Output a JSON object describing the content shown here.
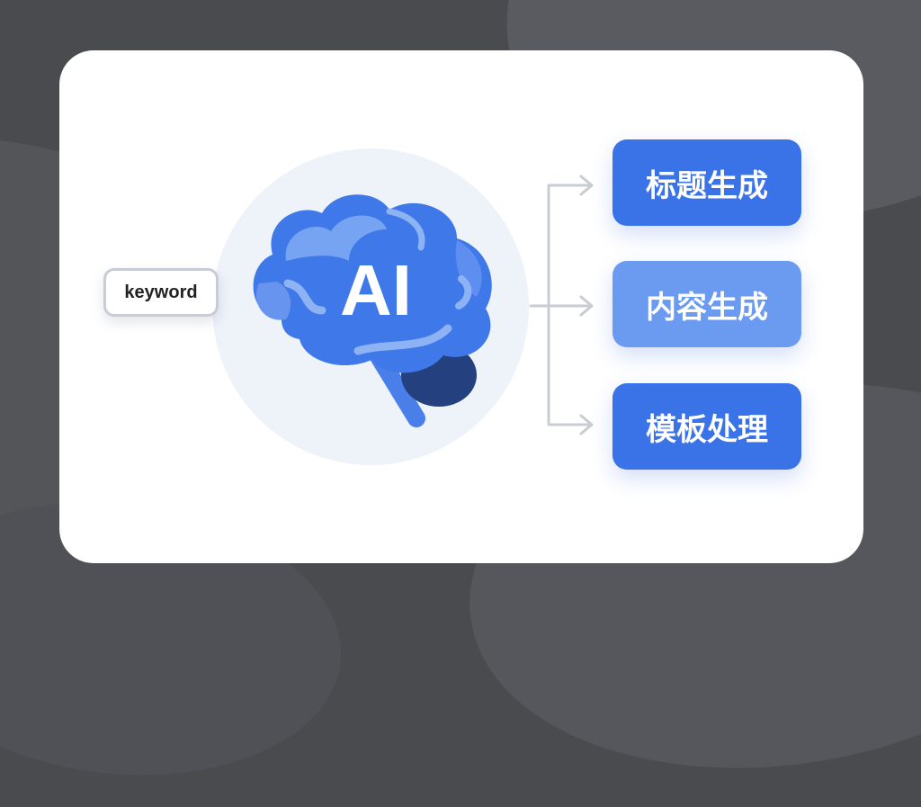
{
  "input": {
    "label": "keyword"
  },
  "center": {
    "label": "AI"
  },
  "outputs": [
    {
      "label": "标题生成",
      "color": "#3a73e8"
    },
    {
      "label": "内容生成",
      "color": "#6b9bf0"
    },
    {
      "label": "模板处理",
      "color": "#3a73e8"
    }
  ],
  "colors": {
    "brain_main": "#3f78e8",
    "brain_light": "#76a3f2",
    "brain_dark": "#24407f",
    "connector": "#c9ccd3"
  }
}
